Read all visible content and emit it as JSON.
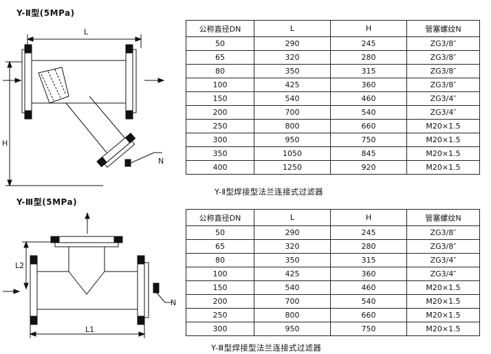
{
  "section1": {
    "label": "Y-Ⅱ型(5MPa)",
    "dim_L": "L",
    "dim_H": "H",
    "callout_N": "N",
    "caption": "Y-Ⅱ型焊接型法兰连接式过滤器",
    "table": {
      "headers": [
        "公称直径DN",
        "L",
        "H",
        "管塞螺纹N"
      ],
      "rows": [
        [
          "50",
          "290",
          "245",
          "ZG3/8″"
        ],
        [
          "65",
          "320",
          "280",
          "ZG3/8″"
        ],
        [
          "80",
          "350",
          "315",
          "ZG3/8″"
        ],
        [
          "100",
          "425",
          "360",
          "ZG3/8″"
        ],
        [
          "150",
          "540",
          "460",
          "ZG3/4″"
        ],
        [
          "200",
          "700",
          "540",
          "ZG3/4″"
        ],
        [
          "250",
          "800",
          "660",
          "M20×1.5"
        ],
        [
          "300",
          "950",
          "750",
          "M20×1.5"
        ],
        [
          "350",
          "1050",
          "845",
          "M20×1.5"
        ],
        [
          "400",
          "1250",
          "920",
          "M20×1.5"
        ]
      ]
    }
  },
  "section2": {
    "label": "Y-Ⅲ型(5MPa)",
    "dim_L1": "L1",
    "dim_L2": "L2",
    "callout_N": "N",
    "caption": "Y-Ⅲ型焊接型法兰连接式过滤器",
    "table": {
      "headers": [
        "公称直径DN",
        "L",
        "H",
        "管塞螺纹N"
      ],
      "rows": [
        [
          "50",
          "290",
          "245",
          "ZG3/8″"
        ],
        [
          "65",
          "320",
          "280",
          "ZG3/8″"
        ],
        [
          "80",
          "350",
          "315",
          "ZG3/4″"
        ],
        [
          "100",
          "425",
          "360",
          "ZG3/4″"
        ],
        [
          "150",
          "540",
          "460",
          "M20×1.5"
        ],
        [
          "200",
          "700",
          "540",
          "M20×1.5"
        ],
        [
          "250",
          "800",
          "660",
          "M20×1.5"
        ],
        [
          "300",
          "950",
          "750",
          "M20×1.5"
        ]
      ]
    }
  }
}
